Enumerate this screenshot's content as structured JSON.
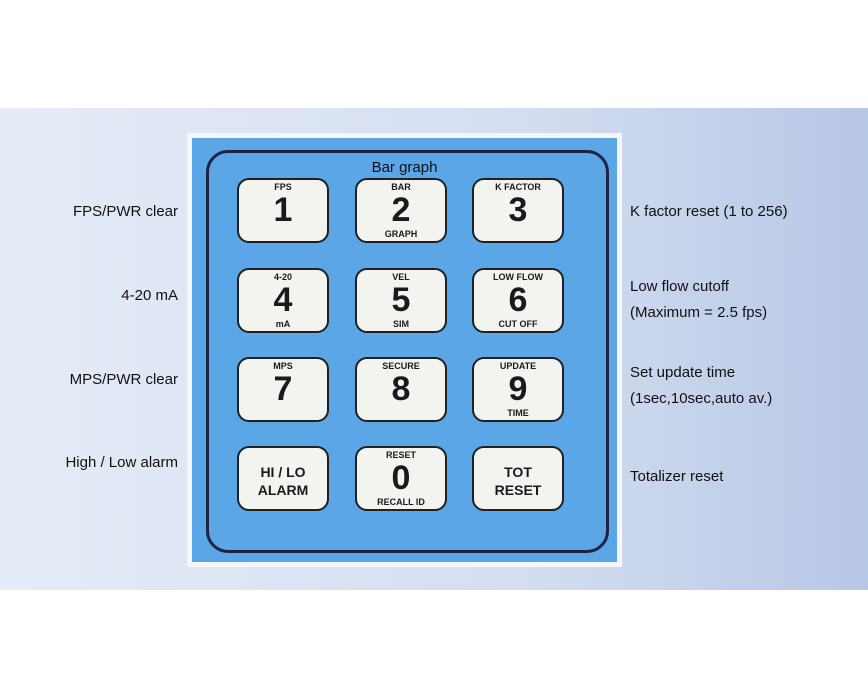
{
  "title": "Bar graph",
  "keys": [
    {
      "top": "FPS",
      "num": "1",
      "bot": ""
    },
    {
      "top": "BAR",
      "num": "2",
      "bot": "GRAPH"
    },
    {
      "top": "K FACTOR",
      "num": "3",
      "bot": ""
    },
    {
      "top": "4-20",
      "num": "4",
      "bot": "mA"
    },
    {
      "top": "VEL",
      "num": "5",
      "bot": "SIM"
    },
    {
      "top": "LOW FLOW",
      "num": "6",
      "bot": "CUT OFF"
    },
    {
      "top": "MPS",
      "num": "7",
      "bot": ""
    },
    {
      "top": "SECURE",
      "num": "8",
      "bot": ""
    },
    {
      "top": "UPDATE",
      "num": "9",
      "bot": "TIME"
    },
    {
      "line1": "HI / LO",
      "line2": "ALARM"
    },
    {
      "top": "RESET",
      "num": "0",
      "bot": "RECALL ID"
    },
    {
      "line1": "TOT",
      "line2": "RESET"
    }
  ],
  "left_labels": [
    "FPS/PWR clear",
    "4-20 mA",
    "MPS/PWR clear",
    "High / Low alarm"
  ],
  "right_labels": [
    [
      "K factor reset (1 to 256)"
    ],
    [
      "Low flow cutoff",
      "(Maximum = 2.5 fps)"
    ],
    [
      "Set update time",
      "(1sec,10sec,auto av.)"
    ],
    [
      "Totalizer reset"
    ]
  ]
}
